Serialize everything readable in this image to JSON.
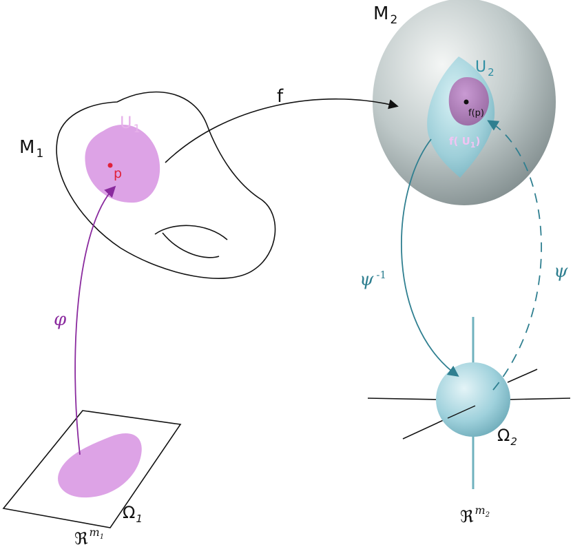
{
  "labels": {
    "m1": "M",
    "m1_sub": "1",
    "m2": "M",
    "m2_sub": "2",
    "u1": "U",
    "u1_sub": "1",
    "u2": "U",
    "u2_sub": "2",
    "p": "p",
    "fp": "f(p)",
    "fu1": "f( U",
    "fu1_sub": "1",
    "fu1_close": ")",
    "f": "f",
    "phi": "φ",
    "psi_inv": "ψ",
    "psi_inv_sup": "-1",
    "psi": "ψ",
    "omega1": "Ω",
    "omega1_sub": "1",
    "omega2": "Ω",
    "omega2_sub": "2",
    "r_m1": "ℜ",
    "r_m1_sup": "m",
    "r_m1_supsub": "1",
    "r_m2": "ℜ",
    "r_m2_sup": "m",
    "r_m2_supsub": "2"
  },
  "colors": {
    "pink": "#dda3e6",
    "pink_text": "#e7b2ea",
    "purple": "#8a2a9e",
    "teal": "#2f7f90",
    "red": "#e0213a",
    "black": "#111111"
  }
}
